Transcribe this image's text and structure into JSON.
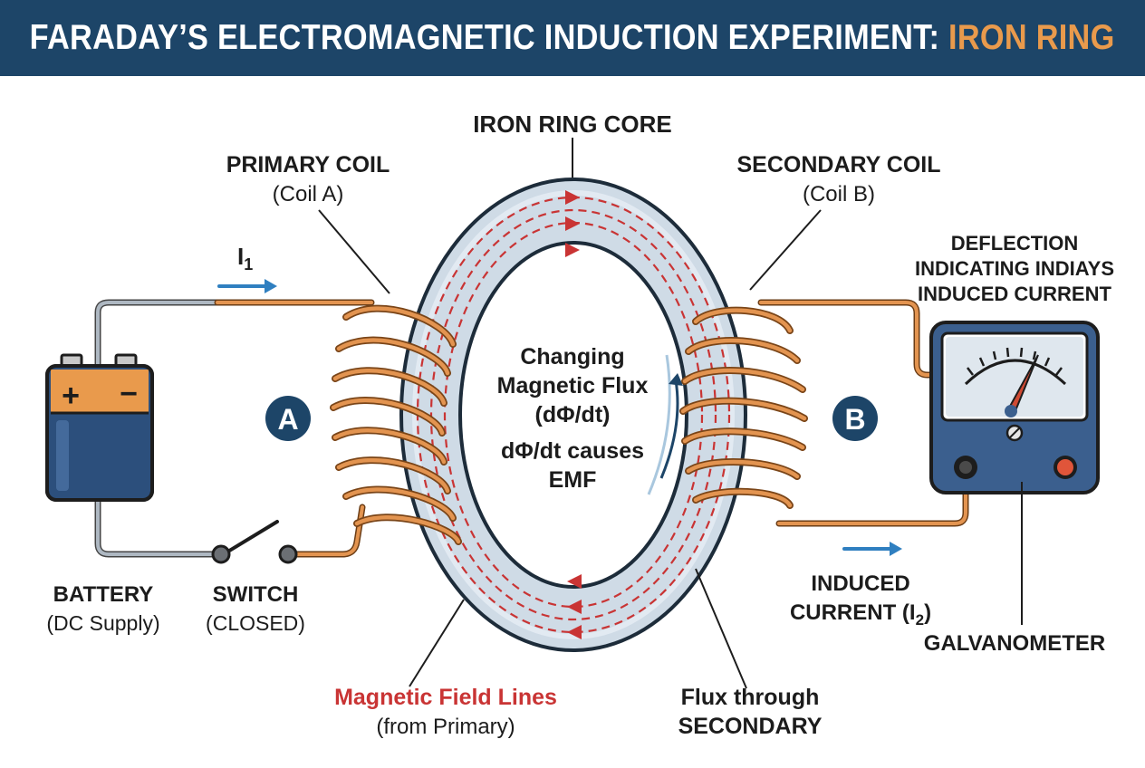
{
  "header": {
    "title_main": "FARADAY’S ELECTROMAGNETIC INDUCTION EXPERIMENT: ",
    "title_accent": "IRON RING"
  },
  "labels": {
    "iron_ring_core": "IRON RING CORE",
    "primary_coil": "PRIMARY COIL",
    "primary_coil_sub": "(Coil A)",
    "secondary_coil": "SECONDARY COIL",
    "secondary_coil_sub": "(Coil B)",
    "current_i1": "I",
    "current_i1_sub": "1",
    "badge_a": "A",
    "badge_b": "B",
    "center_line1": "Changing",
    "center_line2": "Magnetic Flux",
    "center_line3": "(dΦ/dt)",
    "center_line4": "dΦ/dt causes",
    "center_line5": "EMF",
    "deflection_line1": "DEFLECTION",
    "deflection_line2": "INDICATING INDIAYS",
    "deflection_line3": "INDUCED CURRENT",
    "battery": "BATTERY",
    "battery_sub": "(DC Supply)",
    "switch": "SWITCH",
    "switch_sub": "(CLOSED)",
    "induced_line1": "INDUCED",
    "induced_line2": "CURRENT (I",
    "induced_line2_sub": "2",
    "induced_line2_end": ")",
    "galvanometer": "GALVANOMETER",
    "field_lines": "Magnetic Field Lines",
    "field_lines_sub": "(from Primary)",
    "flux_line1": "Flux through",
    "flux_line2": "SECONDARY",
    "battery_plus": "+",
    "battery_minus": "−"
  },
  "colors": {
    "header_bg": "#1d4568",
    "title_accent": "#e99a4c",
    "copper": "#d98a45",
    "field_line": "#c93434",
    "ring": "#cfdbe6",
    "badge": "#1d4568"
  },
  "icons": {
    "battery": "battery-icon",
    "switch": "switch-icon",
    "galvanometer": "galvanometer-icon"
  }
}
